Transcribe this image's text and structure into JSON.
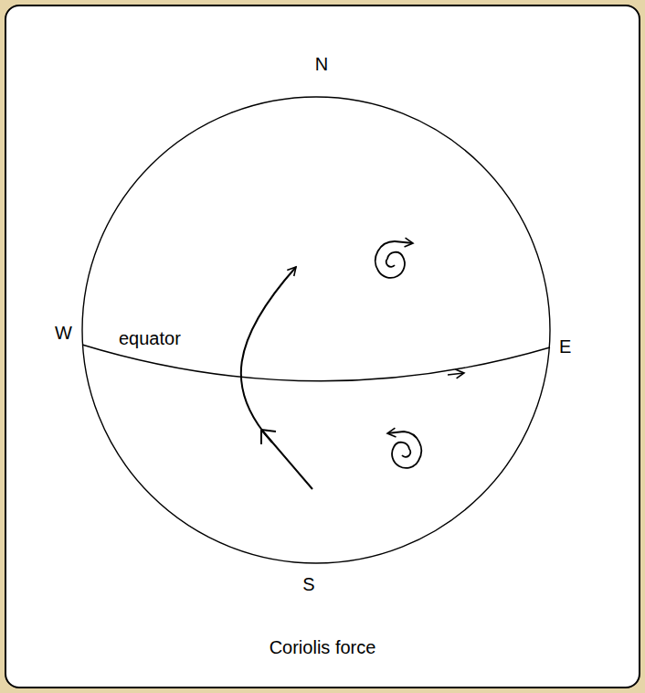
{
  "diagram": {
    "caption": "Coriolis force",
    "labels": [
      "N",
      "W",
      "equator",
      "E",
      "S"
    ]
  }
}
